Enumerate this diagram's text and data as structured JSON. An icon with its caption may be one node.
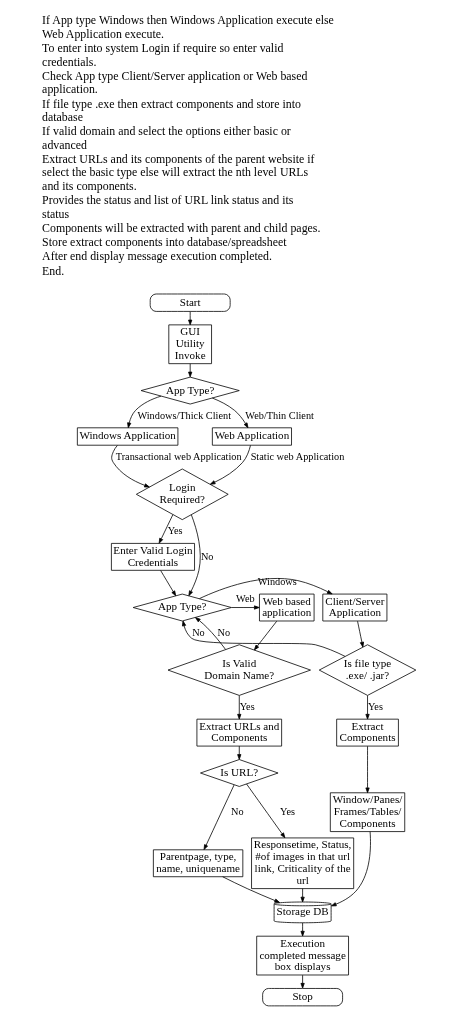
{
  "diagram": {
    "nodes": [
      {
        "text": [
          "Start"
        ]
      },
      {
        "text": [
          "GUI Utility Invoke"
        ]
      },
      {
        "text": [
          "App Type?"
        ]
      },
      {
        "text": [
          "Windows Application"
        ]
      },
      {
        "text": [
          "Web Application"
        ]
      },
      {
        "text": [
          "Login Required?"
        ]
      },
      {
        "text": [
          "Enter Valid Login Credentials"
        ]
      },
      {
        "text": [
          "Client/Server Application"
        ]
      },
      {
        "text": [
          "App Type?"
        ]
      },
      {
        "text": [
          "Web based application"
        ]
      },
      {
        "text": [
          "Is file type .exe/ .jar?"
        ]
      },
      {
        "text": [
          "Is Valid Domain Name?"
        ]
      },
      {
        "text": [
          "Extract Components"
        ]
      },
      {
        "text": [
          "Extract URLs and Components"
        ]
      },
      {
        "text": [
          "Window/Panes/ Frames/Tables/ Components"
        ]
      },
      {
        "text": [
          "Parentpage, type, name, uniquename"
        ]
      },
      {
        "text": [
          "Is URL?"
        ]
      },
      {
        "text": [
          "Storage DB"
        ]
      },
      {
        "text": [
          "Responsetime, Status, #of images in that url link, Criticality of the url"
        ]
      },
      {
        "text": [
          "Execution completed message box displays"
        ]
      },
      {
        "text": [
          "Stop"
        ]
      }
    ],
    "edges": [
      {
        "from": 0,
        "to": 1,
        "arrow": "to"
      },
      {
        "from": 1,
        "to": 2,
        "arrow": "to"
      },
      {
        "from": 2,
        "to": 3,
        "arrow": "to",
        "label": "Windows/Thick Client"
      },
      {
        "from": 2,
        "to": 4,
        "arrow": "to",
        "label": "Web/Thin Client"
      },
      {
        "from": 3,
        "to": 5,
        "arrow": "to",
        "label": "Transactional web Application"
      },
      {
        "from": 4,
        "to": 5,
        "arrow": "to",
        "label": "Static web Application"
      },
      {
        "from": 5,
        "to": 6,
        "arrow": "to",
        "label": "Yes"
      },
      {
        "from": 5,
        "to": 8,
        "arrow": "to",
        "label": "No"
      },
      {
        "from": 6,
        "to": 8,
        "arrow": "to"
      },
      {
        "from": 8,
        "to": 7,
        "arrow": "to",
        "label": "Windows"
      },
      {
        "from": 8,
        "to": 9,
        "arrow": "to",
        "label": "Web"
      },
      {
        "from": 7,
        "to": 10,
        "arrow": "to"
      },
      {
        "from": 9,
        "to": 11,
        "arrow": "to"
      },
      {
        "from": 10,
        "to": 8,
        "arrow": "to",
        "label": "No"
      },
      {
        "from": 11,
        "to": 8,
        "arrow": "to",
        "label": "No"
      },
      {
        "from": 10,
        "to": 12,
        "arrow": "to",
        "label": "Yes"
      },
      {
        "from": 11,
        "to": 13,
        "arrow": "to",
        "label": "Yes"
      },
      {
        "from": 12,
        "to": 14,
        "arrow": "to"
      },
      {
        "from": 13,
        "to": 16,
        "arrow": "to"
      },
      {
        "from": 16,
        "to": 15,
        "arrow": "to",
        "label": "No"
      },
      {
        "from": 16,
        "to": 18,
        "arrow": "to",
        "label": "Yes"
      },
      {
        "from": 15,
        "to": 17,
        "arrow": "to"
      },
      {
        "from": 14,
        "to": 17,
        "arrow": "to"
      },
      {
        "from": 18,
        "to": 17,
        "arrow": "to"
      },
      {
        "from": 17,
        "to": 19,
        "arrow": "to"
      },
      {
        "from": 19,
        "to": 20,
        "arrow": "to"
      }
    ],
    "labels": [
      "If App type Windows then Windows Application execute else Web Application execute.",
      "To enter into system Login if require so enter valid credentials.",
      "Check App type Client/Server application or Web based application.",
      "If file type .exe then extract components and store into database",
      "If valid domain and select the options either basic or advanced",
      "Extract URLs and its components of the parent website if select the basic type else will extract the nth level URLs and its components.",
      "Provides the status and list of URL link status and its status",
      "Components will be extracted with parent and child pages.",
      "Store extract components into database/spreadsheet",
      "After end display message execution completed.",
      "End."
    ]
  }
}
